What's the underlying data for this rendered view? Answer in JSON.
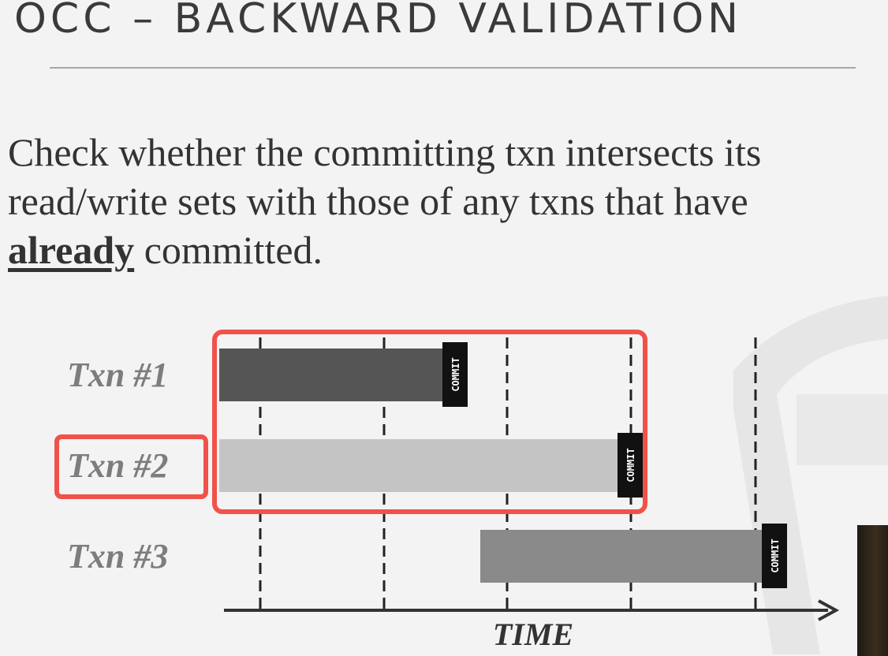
{
  "slide": {
    "title": "OCC – BACKWARD VALIDATION",
    "body_before": "Check whether the committing txn intersects its read/write sets with those of any txns that have ",
    "body_emphasis": "already",
    "body_after": " committed."
  },
  "diagram": {
    "rows": [
      {
        "label": "Txn #1",
        "color": "#555555",
        "commit_label": "COMMIT"
      },
      {
        "label": "Txn #2",
        "color": "#c4c4c4",
        "commit_label": "COMMIT"
      },
      {
        "label": "Txn #3",
        "color": "#8a8a8a",
        "commit_label": "COMMIT"
      }
    ],
    "axis_label": "TIME",
    "highlight_color": "#f0524a",
    "highlighted_row": "Txn #2"
  }
}
